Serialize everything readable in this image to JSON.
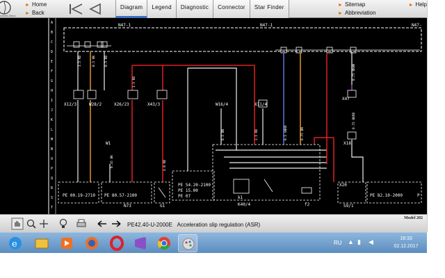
{
  "nav": {
    "home": "Home",
    "back": "Back",
    "sitemap": "Sitemap",
    "help": "Help",
    "abbreviation": "Abbreviation"
  },
  "logo": {
    "caption": "rcedes-Benz"
  },
  "tabs": [
    "Diagram",
    "Legend",
    "Diagnostic",
    "Connector",
    "Star Finder"
  ],
  "active_tab": "Diagram",
  "diagram": {
    "top_labels": [
      "N47-1",
      "N47-1",
      "N47-"
    ],
    "connectors": [
      "X12/3",
      "W28/2",
      "X26/23",
      "X43/3",
      "W16/4",
      "X11/4",
      "X47",
      "X18",
      "W1",
      "X20"
    ],
    "components": [
      "N73",
      "G1",
      "k1",
      "K40/4",
      "f2",
      "S9/1"
    ],
    "wires": [
      "1.5 RD",
      "0.5 BK",
      "0.5 RD",
      "1.5 RD",
      "0.5 BN",
      "2.5 RD",
      "0.5 GNRD",
      "0.75 BKRD",
      "0.75 BKWH",
      "0.75 BN",
      "4.0 RD",
      "0.35 BK"
    ],
    "boxes": {
      "b1": "PE 00.19-2710",
      "b2": "PE 80.57-2100",
      "b3_1": "PE 54.20-2100",
      "b3_2": "PE 15.00",
      "b3_3": "PE 07",
      "b4": "PE 82.10-2000",
      "b5": "P"
    },
    "row_numbers": [
      "A",
      "B",
      "C",
      "D",
      "E",
      "F",
      "G",
      "H",
      "I",
      "J",
      "K",
      "L",
      "M",
      "N",
      "O",
      "P",
      "Q",
      "R",
      "S",
      "T"
    ]
  },
  "bottom": {
    "document_id": "PE42.40-U-2000E",
    "document_title": "Acceleration slip regulation (ASR)",
    "model": "Model 202"
  },
  "taskbar": {
    "language": "RU",
    "time": "18:33",
    "date": "02.12.2017"
  },
  "colors": {
    "accent": "#3a6fc4",
    "nav_arrow": "#e07000",
    "wire_red": "#e02020",
    "wire_orange": "#f0a030",
    "wire_purple": "#b050c8",
    "wire_white": "#f0f0f0"
  }
}
